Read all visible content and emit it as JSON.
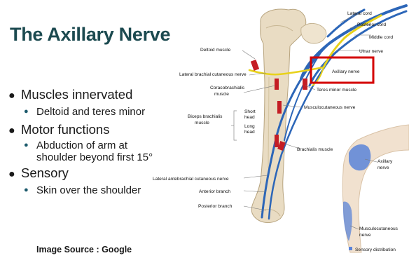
{
  "title": "The Axillary Nerve",
  "bullets": [
    {
      "text": "Muscles innervated",
      "sub": [
        "Deltoid and teres minor"
      ]
    },
    {
      "text": "Motor functions",
      "sub": [
        "Abduction of arm at",
        "shoulder beyond first 15°"
      ]
    },
    {
      "text": "Sensory",
      "sub": [
        "Skin over the shoulder"
      ]
    }
  ],
  "source": "Image Source : Google",
  "labels": {
    "lateral_cord": "Lateral cord",
    "posterior_cord": "Posterior cord",
    "middle_cord": "Middle cord",
    "ulnar_nerve": "Ulnar nerve",
    "deltoid_muscle": "Deltoid muscle",
    "lateral_brachial_cutaneous": "Lateral brachial cutaneous nerve",
    "axillary_nerve": "Axillary nerve",
    "teres_minor_muscle": "Teres minor muscle",
    "coracobrachialis_1": "Coracobrachialis",
    "coracobrachialis_2": "muscle",
    "musculocutaneous_nerve": "Musculocutaneous nerve",
    "biceps_1": "Biceps brachialis",
    "biceps_2": "muscle",
    "short_1": "Short",
    "short_2": "head",
    "long_1": "Long",
    "long_2": "head",
    "brachialis_muscle": "Brachialis muscle",
    "lateral_antebrachial": "Lateral antebrachial cutaneous nerve",
    "anterior_branch": "Anterior branch",
    "posterior_branch": "Posterior branch",
    "inset_axillary_1": "Axillary",
    "inset_axillary_2": "nerve",
    "inset_musculo_1": "Musculocutaneous",
    "inset_musculo_2": "nerve",
    "sensory_distribution": "Sensory distribution"
  },
  "colors": {
    "title": "#1c4a50",
    "nerve_blue": "#2c66b8",
    "nerve_yellow": "#e8d21a",
    "bone": "#e9dcc3",
    "muscle_red": "#c41d24",
    "highlight_box": "#d40000",
    "sensory_blue": "#5b84d8"
  }
}
